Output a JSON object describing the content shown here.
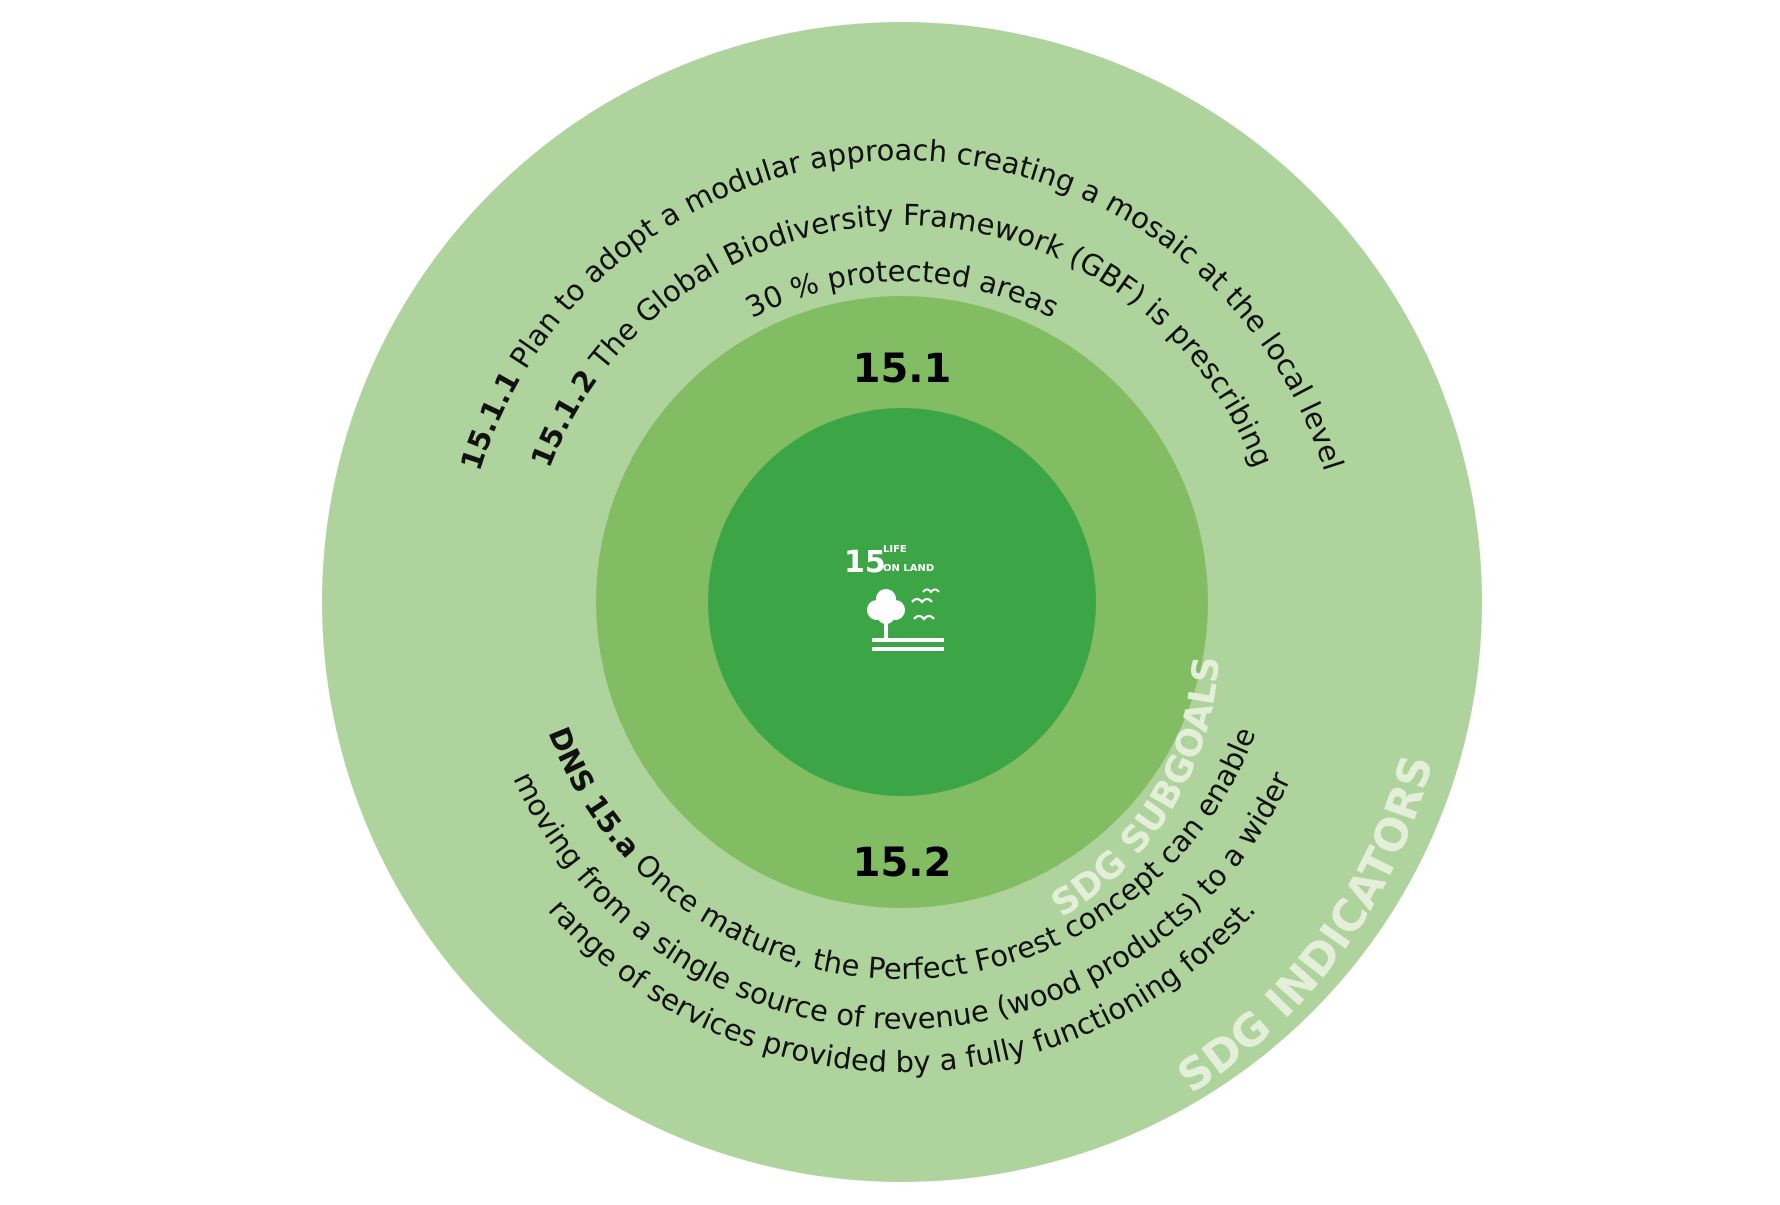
{
  "colors": {
    "outer_ring": "#afd39c",
    "middle_ring": "#82bd63",
    "inner_circle": "#3ca647",
    "ring_label_text": "#e4efd9",
    "body_text": "#111111"
  },
  "center_icon": {
    "number": "15",
    "title_line1": "LIFE",
    "title_line2": "ON LAND",
    "icon": "tree-birds-icon"
  },
  "subgoals": {
    "top": "15.1",
    "bottom": "15.2"
  },
  "ring_labels": {
    "middle": "SDG SUBGOALS",
    "outer": "SDG INDICATORS"
  },
  "indicators": {
    "i1511": {
      "code": "15.1.1",
      "text": " Plan to adopt a modular approach creating a mosaic at the local level"
    },
    "i1512": {
      "code": "15.1.2",
      "text": " The Global Biodiversity Framework (GBF) is prescribing"
    },
    "i1512_cont": "30 % protected areas",
    "dns": {
      "code": "DNS 15.a",
      "text": " Once mature, the Perfect Forest concept can enable"
    },
    "dns_line2": "moving from a single source of revenue (wood products) to a wider",
    "dns_line3": "range of services provided by a fully functioning forest."
  }
}
